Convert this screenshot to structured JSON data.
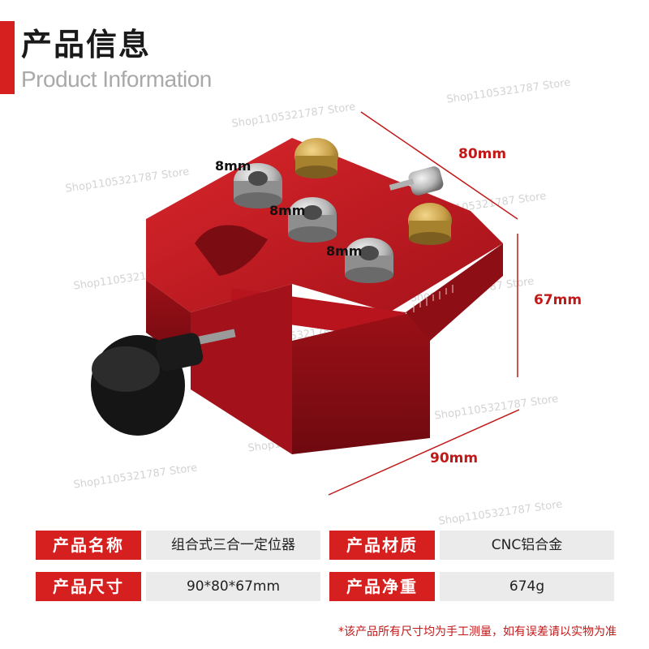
{
  "header": {
    "title_cn": "产品信息",
    "title_en": "Product Information"
  },
  "watermark": "Shop1105321787 Store",
  "product_image": {
    "dimensions": {
      "length": "80mm",
      "height": "67mm",
      "width": "90mm"
    },
    "hole_labels": [
      "8mm",
      "8mm",
      "8mm"
    ]
  },
  "specs": [
    {
      "label": "产品名称",
      "value": "组合式三合一定位器"
    },
    {
      "label": "产品材质",
      "value": "CNC铝合金"
    },
    {
      "label": "产品尺寸",
      "value": "90*80*67mm"
    },
    {
      "label": "产品净重",
      "value": "674g"
    }
  ],
  "footnote": "*该产品所有尺寸均为手工测量，如有误差请以实物为准",
  "colors": {
    "accent": "#d6201f",
    "body": "#b3161c",
    "brass": "#c9a14a"
  }
}
